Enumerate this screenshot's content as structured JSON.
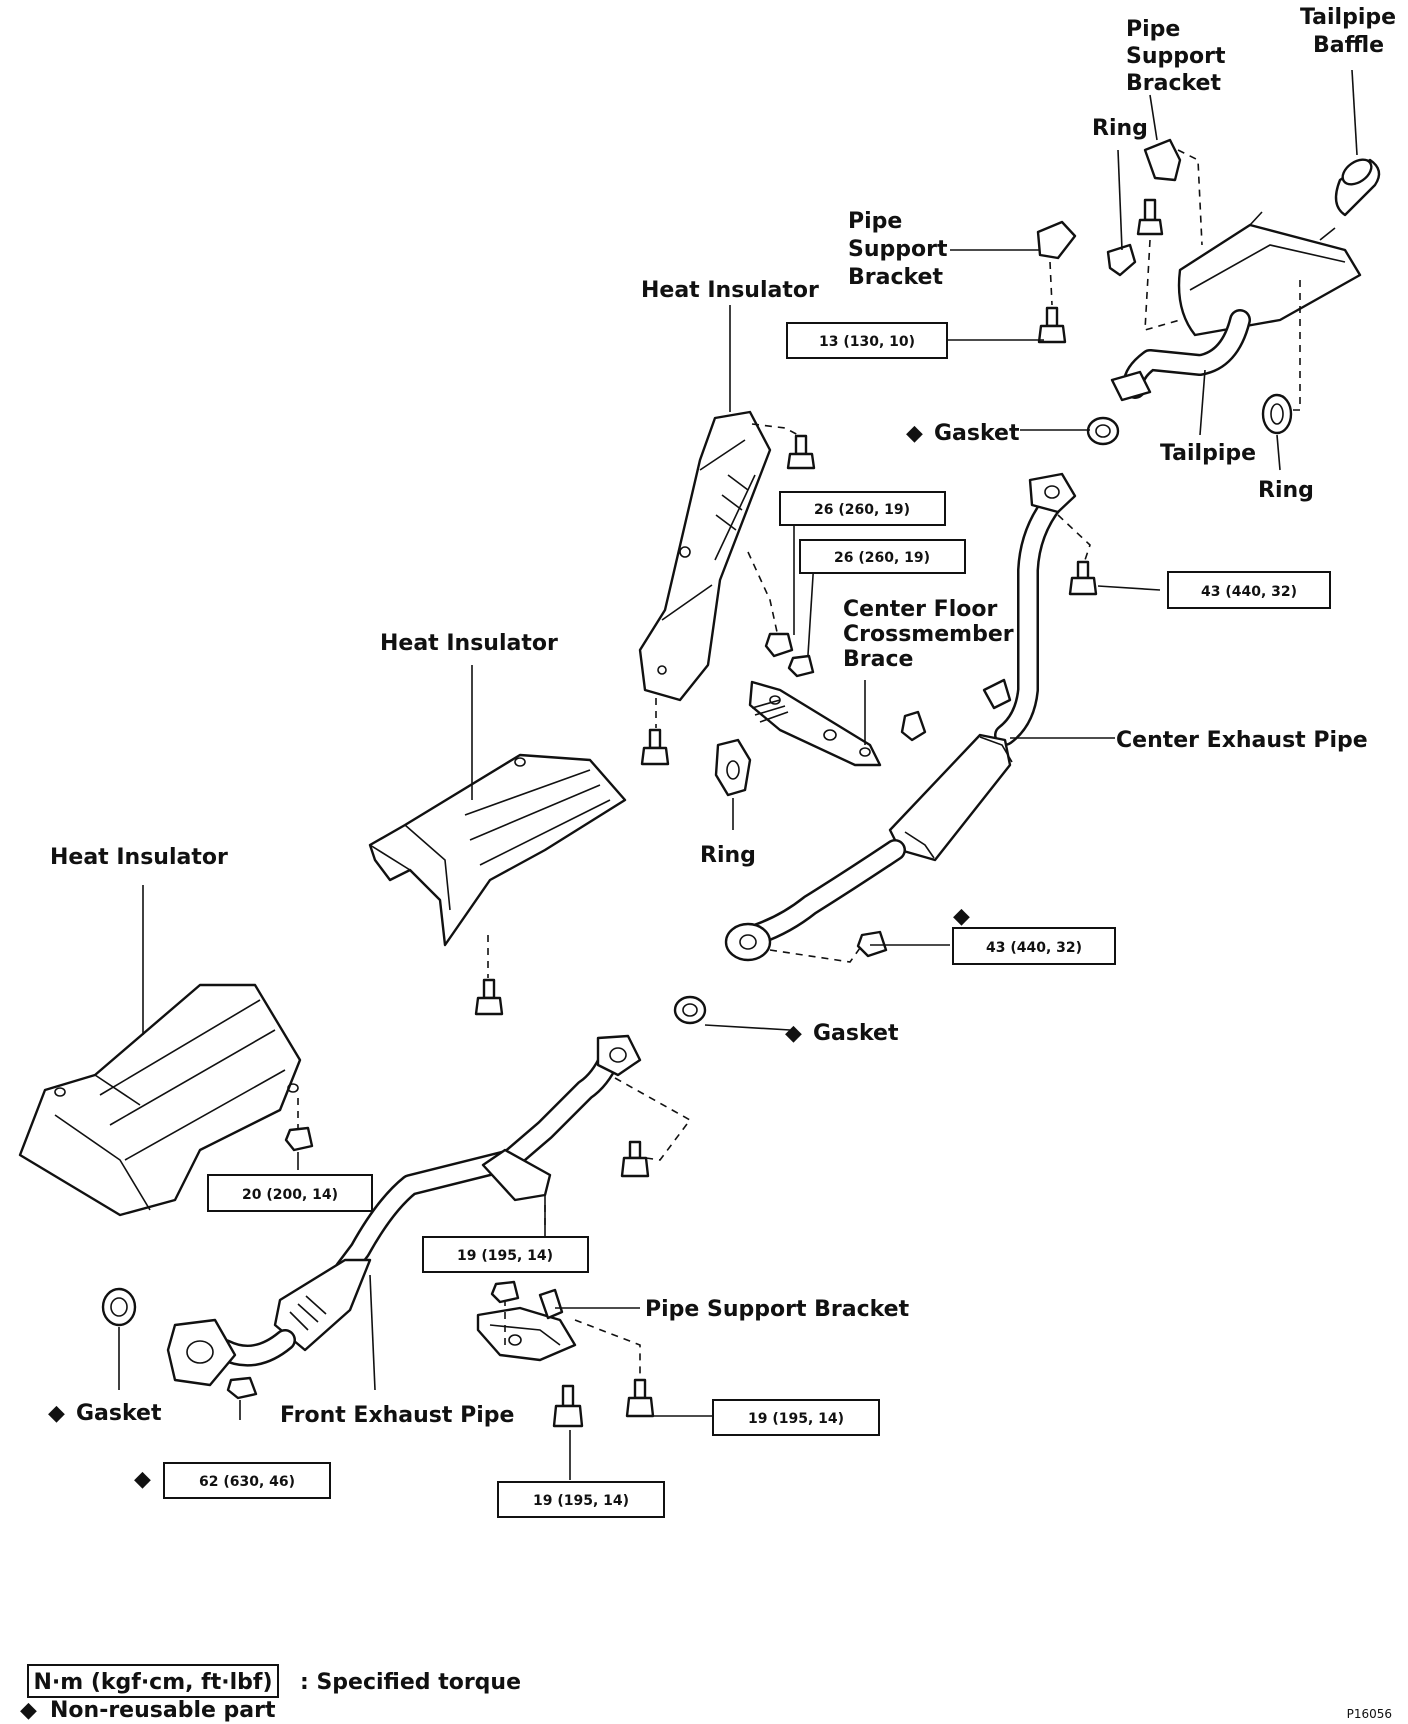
{
  "parts": {
    "tailpipe_baffle": "Tailpipe Baffle",
    "pipe_support_bracket_top": [
      "Pipe",
      "Support",
      "Bracket"
    ],
    "ring_top": "Ring",
    "pipe_support_bracket_mid": [
      "Pipe",
      "Support",
      "Bracket"
    ],
    "heat_insulator_top": "Heat Insulator",
    "gasket_rear": "Gasket",
    "tailpipe": "Tailpipe",
    "ring_right": "Ring",
    "center_floor_brace": [
      "Center Floor",
      "Crossmember",
      "Brace"
    ],
    "heat_insulator_mid": "Heat Insulator",
    "center_exhaust_pipe": "Center Exhaust Pipe",
    "heat_insulator_front": "Heat Insulator",
    "ring_mid": "Ring",
    "gasket_center": "Gasket",
    "pipe_support_bracket_front": "Pipe Support Bracket",
    "gasket_front": "Gasket",
    "front_exhaust_pipe": "Front Exhaust Pipe"
  },
  "torques": {
    "t_13": "13 (130, 10)",
    "t_26a": "26 (260, 19)",
    "t_26b": "26 (260, 19)",
    "t_43a": "43 (440, 32)",
    "t_43b": "43 (440, 32)",
    "t_20": "20 (200, 14)",
    "t_19a": "19 (195, 14)",
    "t_19b": "19 (195, 14)",
    "t_19c": "19 (195, 14)",
    "t_62": "62 (630, 46)"
  },
  "legend": {
    "unit_box": "N·m (kgf·cm, ft·lbf)",
    "unit_desc": ": Specified torque",
    "nonreusable": "Non-reusable part"
  },
  "figure_id": "P16056"
}
